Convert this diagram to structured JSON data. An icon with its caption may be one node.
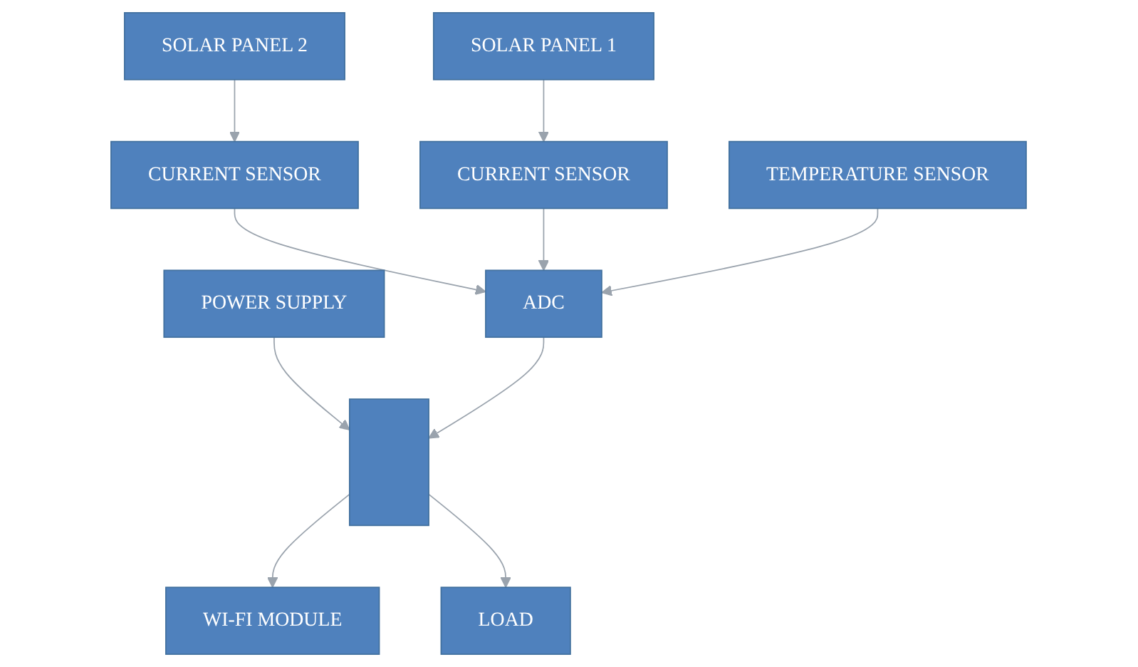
{
  "diagram": {
    "nodes": [
      {
        "text": [
          "TEMPERATURE SENSOR"
        ]
      },
      {
        "text": [
          "POWER SUPPLY"
        ]
      },
      {
        "text": [
          "SOLAR PANEL 1"
        ]
      },
      {
        "text": [
          "SOLAR PANEL 2"
        ]
      },
      {
        "text": [],
        "shape": "box"
      },
      {
        "text": [
          "WI-FI MODULE"
        ]
      },
      {
        "text": [
          "CURRENT SENSOR"
        ]
      },
      {
        "text": [
          "CURRENT SENSOR"
        ]
      },
      {
        "text": [
          "LOAD"
        ]
      },
      {
        "text": [
          "ADC"
        ]
      }
    ],
    "edges": [
      {
        "from": 2,
        "to": 6,
        "arrow": "to"
      },
      {
        "from": 3,
        "to": 7,
        "arrow": "to"
      },
      {
        "from": 1,
        "to": 4,
        "arrow": "to"
      },
      {
        "from": 4,
        "to": 5,
        "arrow": "to"
      },
      {
        "from": 4,
        "to": 8,
        "arrow": "to"
      },
      {
        "from": 9,
        "to": 4,
        "arrow": "to"
      },
      {
        "from": 7,
        "to": 9,
        "arrow": "to"
      },
      {
        "from": 6,
        "to": 9,
        "arrow": "to"
      },
      {
        "from": 0,
        "to": 9,
        "arrow": "to"
      }
    ]
  }
}
